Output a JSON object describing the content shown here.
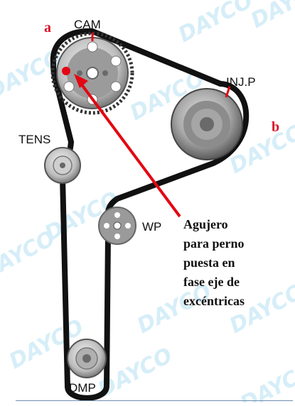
{
  "watermark": {
    "text": "DAYCO"
  },
  "labels": {
    "cam": "CAM",
    "inj": "INJ.P",
    "tens": "TENS",
    "wp": "WP",
    "dmp": "DMP",
    "letter_a": "a",
    "letter_b": "b"
  },
  "annotation": {
    "lines": [
      "Agujero",
      "para perno",
      "puesta en",
      "fase eje de",
      "excéntricas"
    ]
  },
  "colors": {
    "belt": "#111111",
    "pointer": "#e30613",
    "hole_marker": "#e30613",
    "watermark": "#d6eef8",
    "letters": "#d8142a"
  }
}
